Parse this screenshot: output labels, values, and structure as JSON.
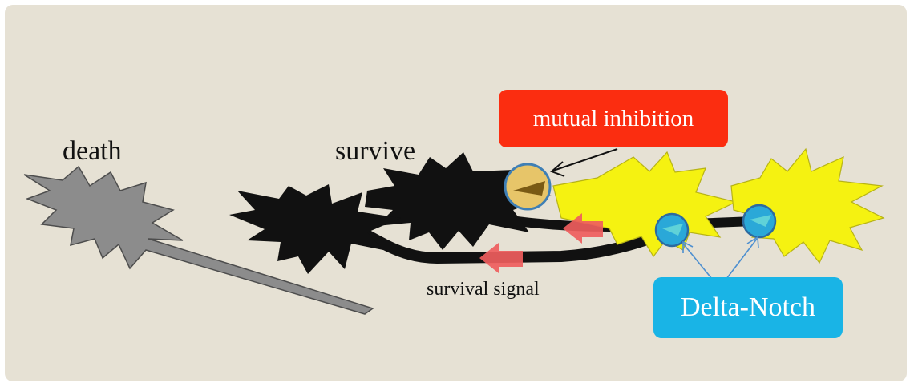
{
  "labels": {
    "death": "death",
    "survive": "survive",
    "survival_signal": "survival signal"
  },
  "callouts": {
    "mutual_inhibition": "mutual inhibition",
    "delta_notch": "Delta-Notch"
  },
  "colors": {
    "background": "#e6e1d4",
    "dead_cell": "#8c8c8c",
    "surviving_cell": "#111111",
    "signaling_cell": "#f5f211",
    "signal_arrow": "#ef5d5d",
    "mutual_inhibition_badge": "#fb2d10",
    "delta_notch_badge": "#19b4e6",
    "inhibition_contact": "#e7c569",
    "notch_contact": "#2aa8d8"
  }
}
